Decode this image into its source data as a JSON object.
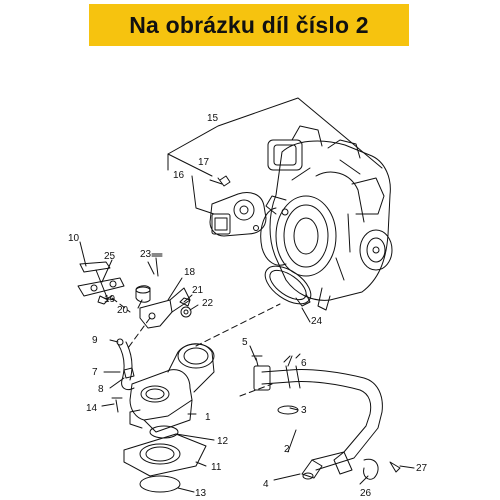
{
  "banner": {
    "text": "Na obrázku díl číslo 2",
    "color": "#f6c30f"
  },
  "diagram": {
    "line_color": "#111111",
    "part_labels": [
      "1",
      "2",
      "3",
      "4",
      "5",
      "6",
      "7",
      "8",
      "9",
      "10",
      "11",
      "12",
      "13",
      "14",
      "15",
      "16",
      "17",
      "18",
      "19",
      "20",
      "21",
      "22",
      "23",
      "24",
      "25",
      "26",
      "27"
    ]
  }
}
